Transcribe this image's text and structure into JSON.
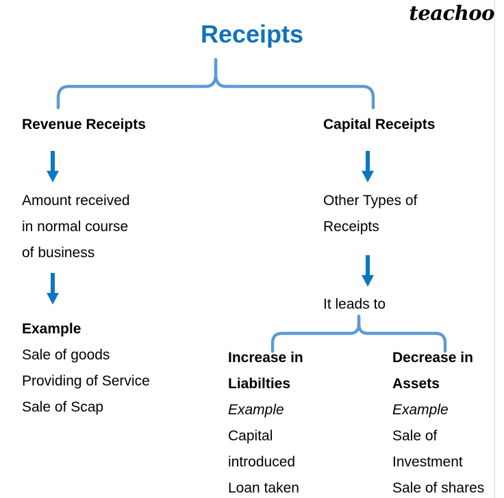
{
  "brand": {
    "name": "teachoo"
  },
  "title": {
    "text": "Receipts"
  },
  "colors": {
    "title_blue": "#1272bd",
    "arrow_blue": "#0b77c2",
    "brace_blue": "#5b9bd5",
    "text_black": "#000000",
    "background": "#ffffff",
    "page_edge": "#d6d6d6"
  },
  "branches": {
    "revenue": {
      "heading": "Revenue Receipts",
      "definition": [
        "Amount received",
        "in normal course",
        "of business"
      ],
      "example_label": "Example",
      "examples": [
        "Sale of goods",
        "Providing of Service",
        "Sale of Scap"
      ]
    },
    "capital": {
      "heading": "Capital Receipts",
      "definition": [
        "Other Types of",
        "Receipts"
      ],
      "connector": "It leads to",
      "sub_branches": [
        {
          "heading": [
            "Increase in",
            "Liabilties"
          ],
          "example_label": "Example",
          "examples": [
            "Capital",
            "introduced",
            "Loan taken"
          ]
        },
        {
          "heading": [
            "Decrease in",
            "Assets"
          ],
          "example_label": "Example",
          "examples": [
            "Sale of",
            "Investment",
            "Sale of shares"
          ]
        }
      ]
    }
  },
  "icons": {
    "arrow_down": "arrow-down-icon",
    "brace": "curly-brace-icon"
  }
}
